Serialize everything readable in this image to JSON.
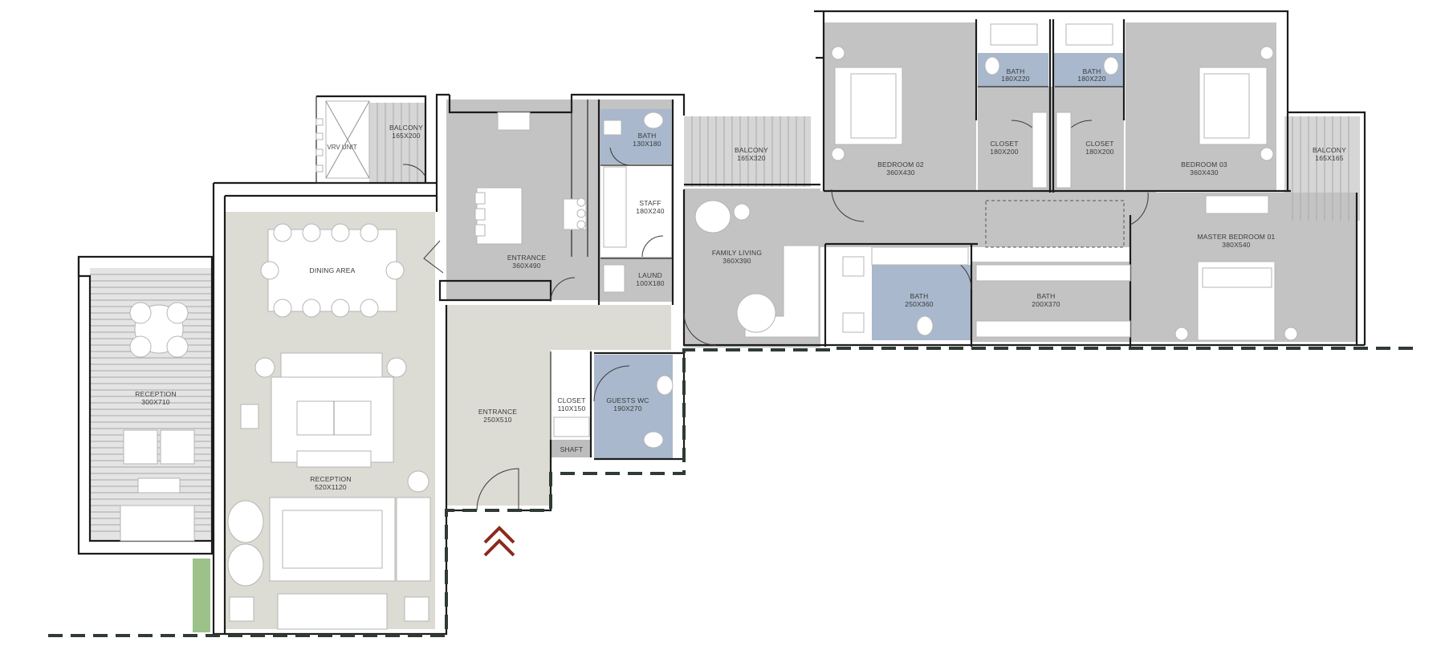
{
  "rooms": {
    "balcony_a": {
      "name": "BALCONY",
      "dims": "165X200"
    },
    "vrv": {
      "name": "VRV UNIT"
    },
    "bath_a": {
      "name": "BATH",
      "dims": "130X180"
    },
    "staff": {
      "name": "STAFF",
      "dims": "180X240"
    },
    "laund": {
      "name": "LAUND",
      "dims": "100X180"
    },
    "entrance_kitchen": {
      "name": "ENTRANCE",
      "dims": "360X490"
    },
    "balcony_b": {
      "name": "BALCONY",
      "dims": "165X320"
    },
    "family_living": {
      "name": "FAMILY LIVING",
      "dims": "360X390"
    },
    "bedroom02": {
      "name": "BEDROOM 02",
      "dims": "360X430"
    },
    "bath_b": {
      "name": "BATH",
      "dims": "180X220"
    },
    "bath_c": {
      "name": "BATH",
      "dims": "180X220"
    },
    "closet_a": {
      "name": "CLOSET",
      "dims": "180X200"
    },
    "closet_b": {
      "name": "CLOSET",
      "dims": "180X200"
    },
    "bedroom03": {
      "name": "BEDROOM 03",
      "dims": "360X430"
    },
    "balcony_c": {
      "name": "BALCONY",
      "dims": "165X165"
    },
    "master": {
      "name": "MASTER BEDROOM 01",
      "dims": "380X540"
    },
    "bath_d": {
      "name": "BATH",
      "dims": "250X360"
    },
    "bath_e": {
      "name": "BATH",
      "dims": "200X370"
    },
    "dining": {
      "name": "DINING AREA"
    },
    "reception_terrace": {
      "name": "RECEPTION",
      "dims": "300X710"
    },
    "reception": {
      "name": "RECEPTION",
      "dims": "520X1120"
    },
    "entrance_main": {
      "name": "ENTRANCE",
      "dims": "250X510"
    },
    "closet_c": {
      "name": "CLOSET",
      "dims": "110X150"
    },
    "guests_wc": {
      "name": "GUESTS WC",
      "dims": "190X270"
    },
    "shaft": {
      "name": "SHAFT"
    }
  },
  "colors": {
    "room_grey": "#c3c3c3",
    "reception_beige": "#dcdcd4",
    "bath_blue": "#a9b8cc",
    "terrace_deck": "#e4e4e4",
    "boundary": "#2f3b34",
    "entry_arrow": "#8b2a1e",
    "planter": "#9cc28a"
  },
  "icons": {
    "entry": "entry-chevron-icon"
  }
}
